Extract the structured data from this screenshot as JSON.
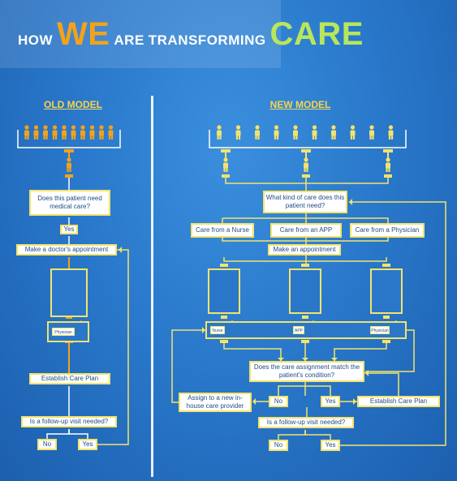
{
  "title": {
    "how": "HOW",
    "we": "WE",
    "are": "ARE",
    "transforming": "TRANSFORMING",
    "care": "CARE"
  },
  "old_model": {
    "heading": "OLD MODEL",
    "q_need_care": "Does this patient need medical care?",
    "yes1": "Yes",
    "make_appt": "Make a doctor's appointment",
    "physician": "Physician",
    "care_plan": "Establish Care Plan",
    "followup": "Is a follow-up visit needed?",
    "no": "No",
    "yes2": "Yes"
  },
  "new_model": {
    "heading": "NEW MODEL",
    "q_kind": "What kind of care does this patient need?",
    "opt_nurse": "Care from a Nurse",
    "opt_app": "Care from an APP",
    "opt_physician": "Care from a Physician",
    "make_appt": "Make an appointment",
    "nurse": "Nurse",
    "app": "APP",
    "physician": "Physician",
    "q_match": "Does the care assignment match the patient's condition?",
    "no": "No",
    "yes": "Yes",
    "assign": "Assign to a new in-house care provider",
    "care_plan": "Establish Care Plan",
    "followup": "Is a follow-up visit needed?",
    "no2": "No",
    "yes2": "Yes"
  },
  "colors": {
    "yellow": "#f3e36b",
    "orange": "#f3a21a",
    "green": "#b9e65a",
    "bg": "#2a79cc"
  }
}
